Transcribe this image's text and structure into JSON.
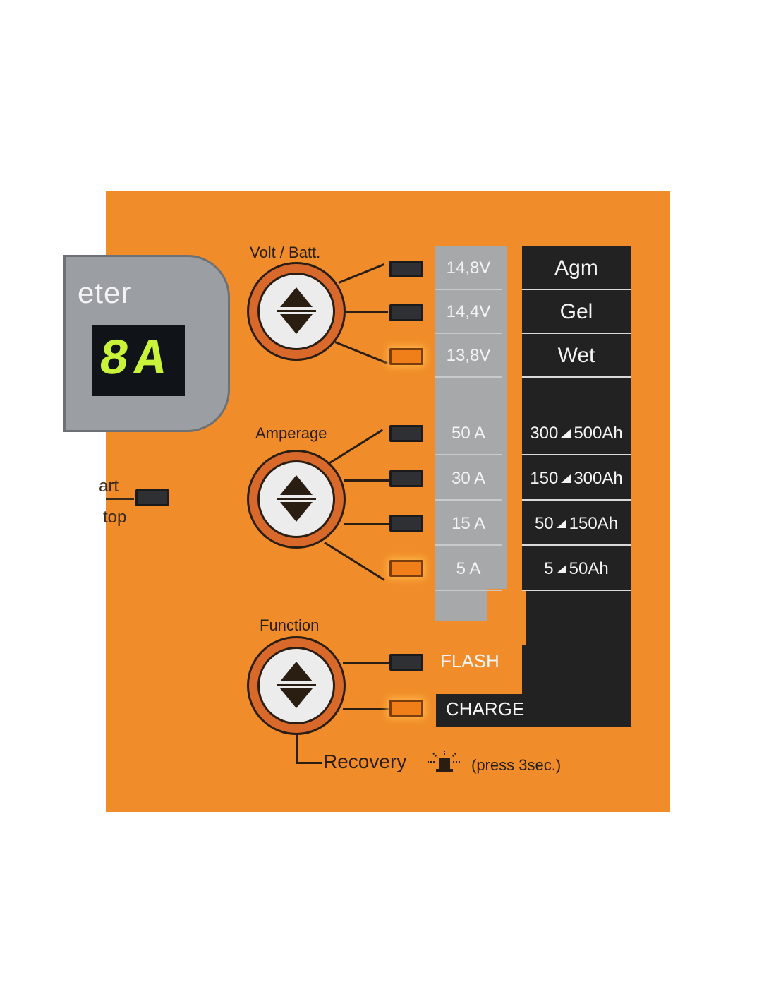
{
  "meter": {
    "label": "eter",
    "digits": "8A"
  },
  "start_stop": {
    "start": "art",
    "stop": "top"
  },
  "volt_group": {
    "title": "Volt / Batt.",
    "rows": [
      {
        "voltage": "14,8V",
        "battery": "Agm",
        "led_on": false
      },
      {
        "voltage": "14,4V",
        "battery": "Gel",
        "led_on": false
      },
      {
        "voltage": "13,8V",
        "battery": "Wet",
        "led_on": true
      }
    ]
  },
  "amp_group": {
    "title": "Amperage",
    "rows": [
      {
        "current": "50 A",
        "from": "300",
        "to": "500Ah",
        "led_on": false
      },
      {
        "current": "30 A",
        "from": "150",
        "to": "300Ah",
        "led_on": false
      },
      {
        "current": "15 A",
        "from": "50",
        "to": "150Ah",
        "led_on": false
      },
      {
        "current": "5 A",
        "from": "5",
        "to": "50Ah",
        "led_on": true
      }
    ]
  },
  "function_group": {
    "title": "Function",
    "rows": [
      {
        "label": "FLASH",
        "led_on": false
      },
      {
        "label": "CHARGE",
        "led_on": true
      }
    ]
  },
  "recovery": {
    "label": "Recovery",
    "hint": "(press 3sec.)"
  },
  "colors": {
    "panel": "#f08d2a",
    "led_on": "#f07f1a",
    "grey_column": "#a7a8aa",
    "dark_column": "#222223"
  }
}
